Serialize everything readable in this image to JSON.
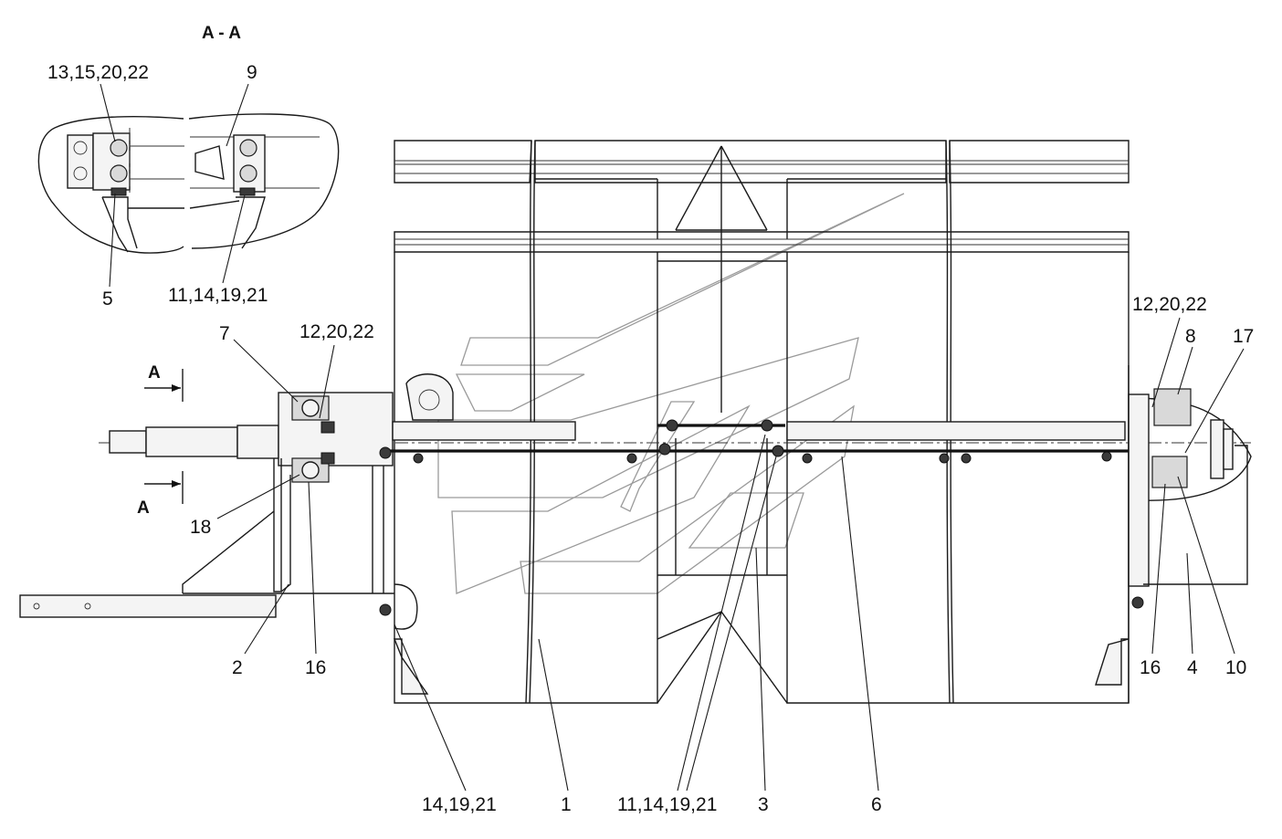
{
  "section": {
    "title": "A - A",
    "arrow_label": "A"
  },
  "labels": {
    "sec_top_left": "13,15,20,22",
    "sec_top_right": "9",
    "sec_bottom_left": "5",
    "sec_bottom_right": "11,14,19,21",
    "l7": "7",
    "l12_left": "12,20,22",
    "l18": "18",
    "l2": "2",
    "l16_left": "16",
    "l14_19_21": "14,19,21",
    "l1": "1",
    "l11_14_19_21": "11,14,19,21",
    "l3": "3",
    "l6": "6",
    "l12_right": "12,20,22",
    "l8": "8",
    "l17": "17",
    "l16_right": "16",
    "l4": "4",
    "l10": "10"
  }
}
